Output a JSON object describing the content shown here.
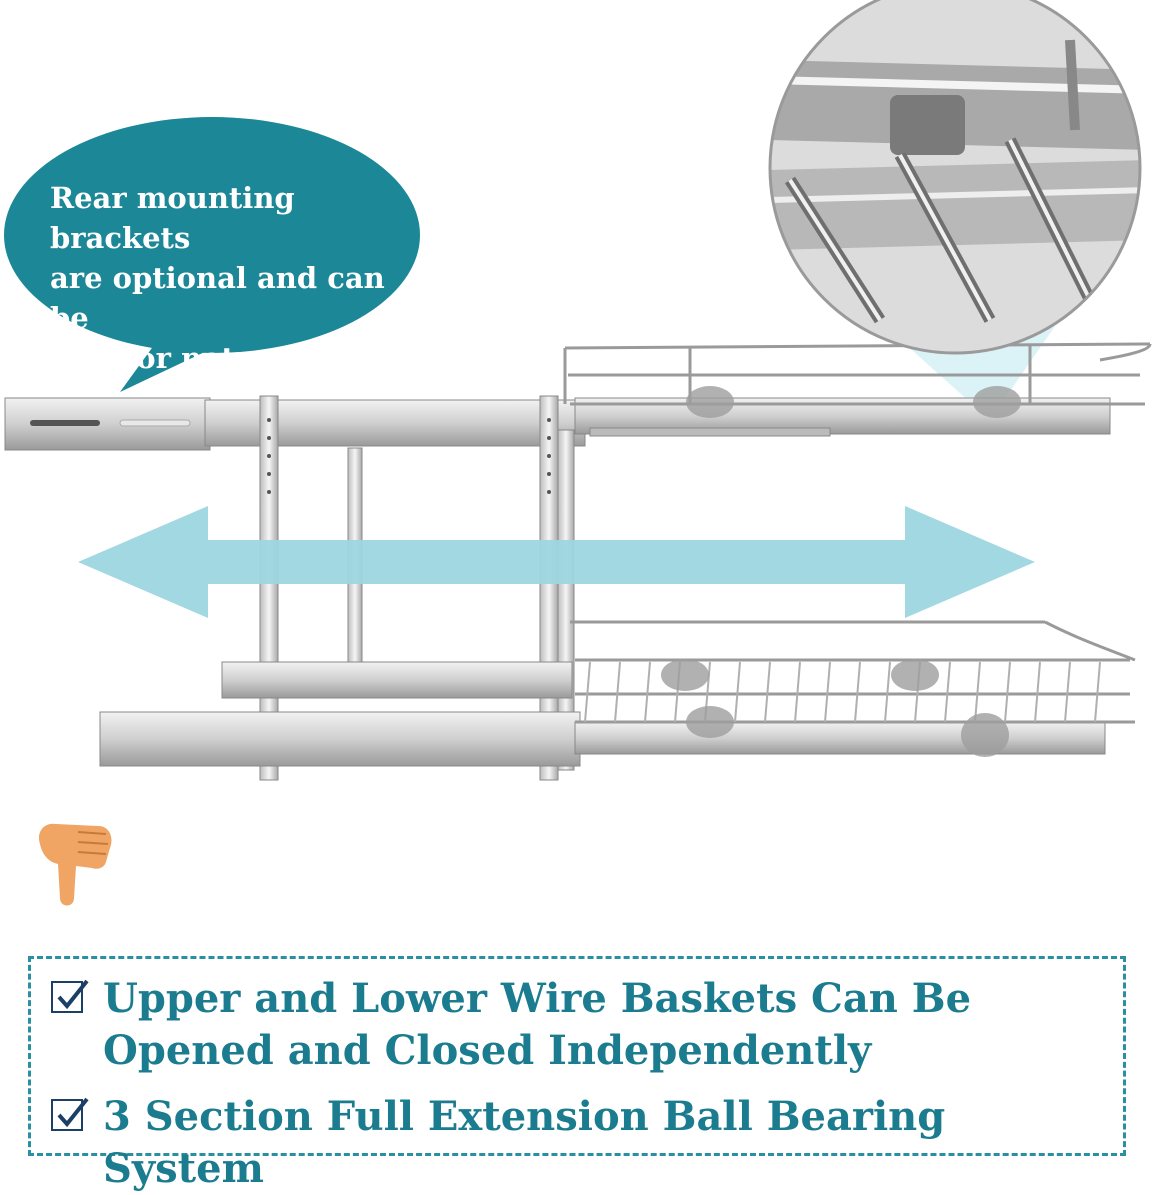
{
  "callout": {
    "lines": [
      "Rear mounting brackets",
      "are optional and can be",
      "used or not"
    ],
    "color": "#1b8797"
  },
  "features": [
    {
      "icon": "checkbox-checked-icon",
      "text": "Upper and Lower Wire Baskets Can Be Opened and Closed Independently"
    },
    {
      "icon": "checkbox-checked-icon",
      "text": "3 Section Full Extension Ball Bearing System"
    }
  ],
  "colors": {
    "accent_text": "#1b7c8f",
    "arrow": "#9dd6df",
    "dashed_border": "#2a8fa0",
    "pointer_hand": "#f0a565"
  },
  "icons": [
    "double-arrow-icon",
    "pointing-hand-icon",
    "zoom-magnifier-circle"
  ]
}
